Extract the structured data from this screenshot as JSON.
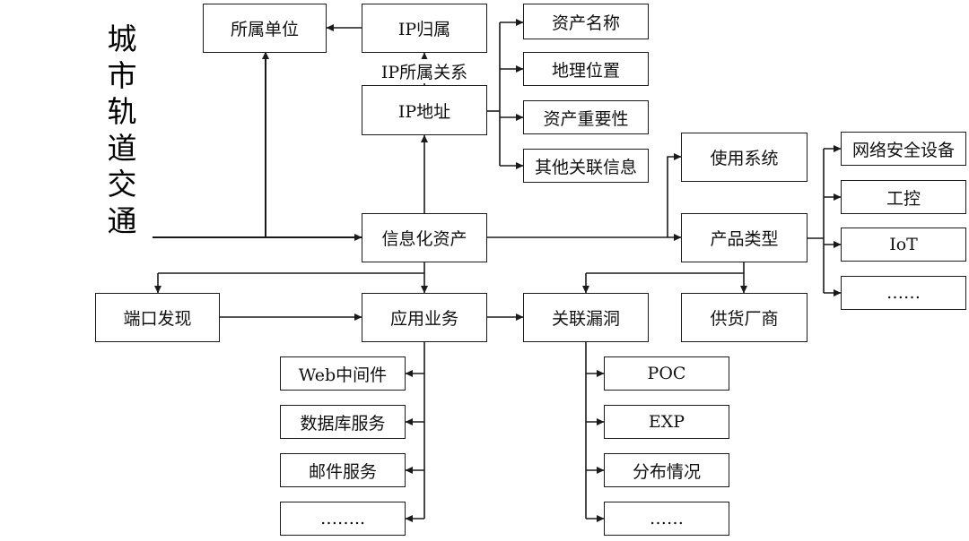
{
  "title": {
    "chars": [
      "城",
      "市",
      "轨",
      "道",
      "交",
      "通"
    ]
  },
  "nodes": {
    "unit": "所属单位",
    "ip_owner": "IP归属",
    "asset_name": "资产名称",
    "geo_location": "地理位置",
    "ip_address": "IP地址",
    "asset_importance": "资产重要性",
    "other_info": "其他关联信息",
    "info_asset": "信息化资产",
    "system_used": "使用系统",
    "product_type": "产品类型",
    "net_security": "网络安全设备",
    "ics": "工控",
    "iot": "IoT",
    "product_more": "……",
    "port_discovery": "端口发现",
    "app_business": "应用业务",
    "related_vuln": "关联漏洞",
    "supplier": "供货厂商",
    "web_middleware": "Web中间件",
    "db_service": "数据库服务",
    "mail_service": "邮件服务",
    "app_more": "……..",
    "poc": "POC",
    "exp": "EXP",
    "distribution": "分布情况",
    "vuln_more": "……"
  },
  "edge_labels": {
    "ip_relation": "IP所属关系"
  },
  "colors": {
    "stroke": "#1a1a1a",
    "text": "#111111",
    "background": "#ffffff"
  }
}
